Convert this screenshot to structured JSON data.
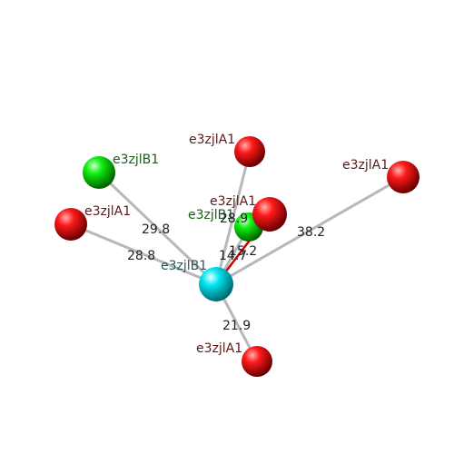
{
  "center": {
    "label": "e3zjlB1",
    "color": "#00e5ee",
    "label_color": "#2a5560"
  },
  "neighbors": [
    {
      "id": "top-a1",
      "label": "e3zjlA1",
      "distance": "",
      "color": "#ff0000",
      "label_color": "#5a1a1a"
    },
    {
      "id": "right-a1",
      "label": "e3zjlA1",
      "distance": "38.2",
      "color": "#ff0000",
      "label_color": "#5a1a1a"
    },
    {
      "id": "left-b1",
      "label": "e3zjlB1",
      "distance": "29.8",
      "color": "#00ee00",
      "label_color": "#1f5a1f"
    },
    {
      "id": "left-a1",
      "label": "e3zjlA1",
      "distance": "28.8",
      "color": "#ff0000",
      "label_color": "#5a1a1a"
    },
    {
      "id": "mid-b1",
      "label": "e3zjlB1",
      "distance": "14.7",
      "color": "#00ee00",
      "label_color": "#1f5a1f"
    },
    {
      "id": "mid-a1",
      "label": "e3zjlA1",
      "distance": "15.2",
      "color": "#ff0000",
      "label_color": "#5a1a1a"
    },
    {
      "id": "bottom-a1",
      "label": "e3zjlA1",
      "distance": "21.9",
      "color": "#ff0000",
      "label_color": "#5a1a1a"
    }
  ],
  "extra_labels": {
    "mid_overlap_distance": "28.9"
  }
}
